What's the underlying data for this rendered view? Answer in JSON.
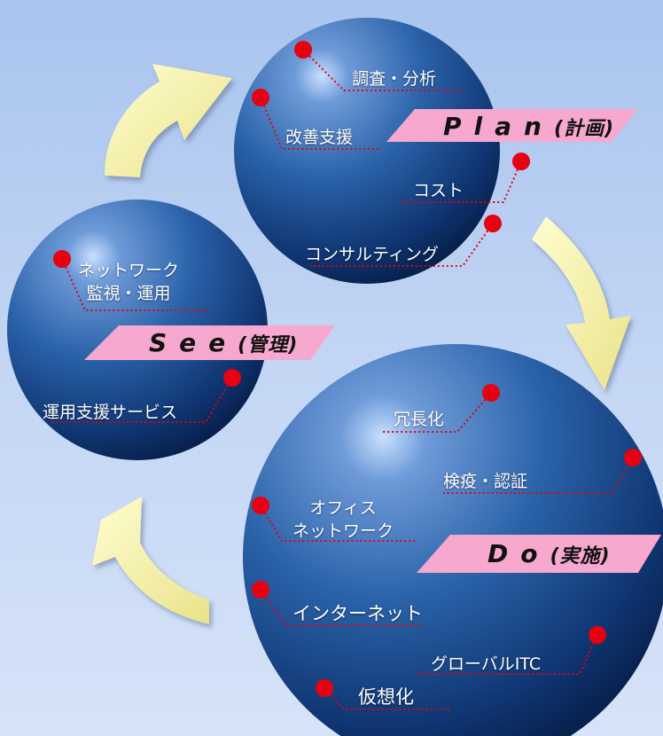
{
  "phases": {
    "plan": {
      "letters": "Plan",
      "kanji": "(計画)"
    },
    "do": {
      "letters": "Do",
      "kanji": "(実施)"
    },
    "see": {
      "letters": "See",
      "kanji": "(管理)"
    }
  },
  "plan_items": {
    "survey": "調査・分析",
    "improvement": "改善支援",
    "cost": "コスト",
    "consulting": "コンサルティング"
  },
  "see_items": {
    "network_line1": "ネットワーク",
    "network_line2": "監視・運用",
    "ops_support": "運用支援サービス"
  },
  "do_items": {
    "redundancy": "冗長化",
    "quarantine": "検疫・認証",
    "office_line1": "オフィス",
    "office_line2": "ネットワーク",
    "internet": "インターネット",
    "global": "グローバルITC",
    "virtualization": "仮想化"
  },
  "colors": {
    "background": "#bcd2f2",
    "sphere": "#2a62a8",
    "banner": "#f7a8cf",
    "dot": "#e60012",
    "arrow": "#f7f4a6"
  }
}
